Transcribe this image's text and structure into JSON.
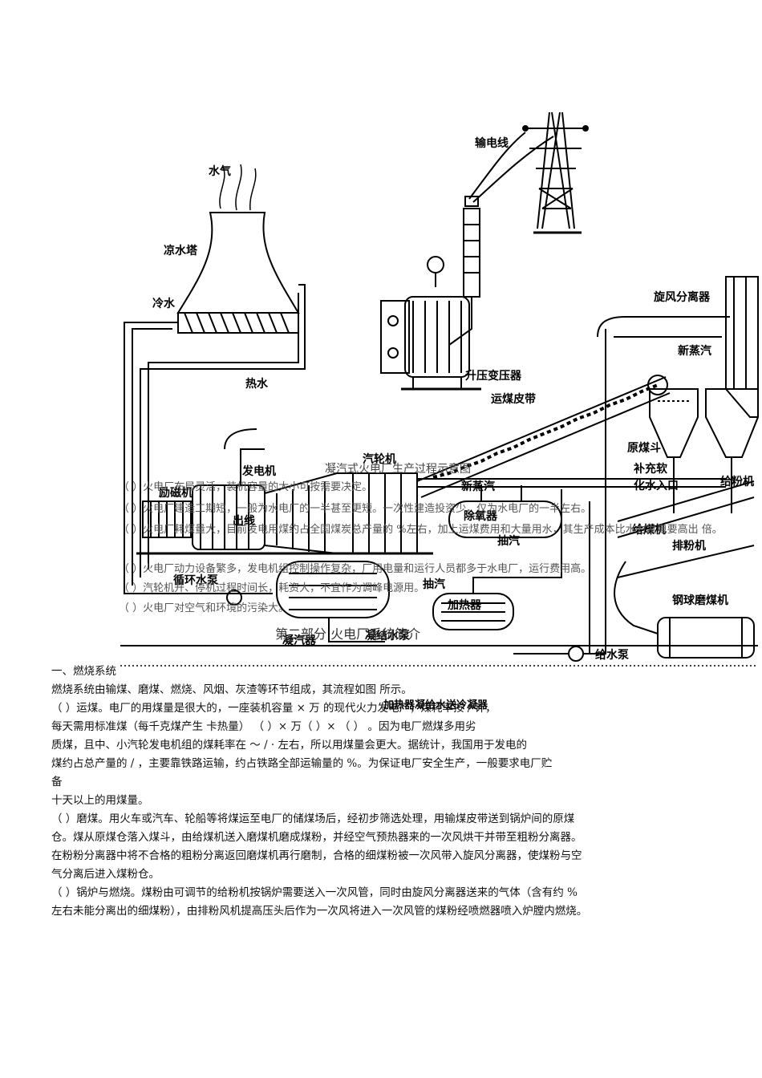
{
  "diagram": {
    "labels": {
      "transmission_line": "输电线",
      "steam": "水气",
      "cooling_tower": "凉水塔",
      "cold_water": "冷水",
      "hot_water": "热水",
      "step_up_transformer": "升压变压器",
      "cyclone_separator": "旋风分离器",
      "new_steam_top": "新蒸汽",
      "coal_belt": "运煤皮带",
      "generator": "发电机",
      "turbine": "汽轮机",
      "exciter": "励磁机",
      "outlet_line": "出线",
      "new_steam_mid": "新蒸汽",
      "deaerator": "除氧器",
      "raw_coal_hopper": "原煤斗",
      "makeup_water_1": "补充软",
      "makeup_water_2": "化水入口",
      "coal_feeder": "给粉机",
      "extraction": "抽汽",
      "exhaust_steam": "抽汽",
      "heater": "加热器",
      "circulating_pump": "循环水泵",
      "condenser": "凝汽器",
      "condensate_pump": "凝结水泵",
      "feed_pump": "给水泵",
      "exhaust_fan": "排粉机",
      "ball_mill": "钢球磨煤机",
      "coal_machine": "给煤机",
      "heater_caption": "加热器凝给水送冷凝器"
    }
  },
  "overlay": {
    "title": "凝汽式火电厂生产过程示意图",
    "items": [
      "（ ）火电厂布局灵活，装机容量的大小可按需要决定。",
      "（ ）火电厂建造工期短，一般为水电厂的一半甚至更短。一次性建造投资少，仅为水电厂的一半左右。",
      "（ ）火电厂耗煤量大，目前发电用煤约占全国煤炭总产量的 %左右，加上运煤费用和大量用水，其生产成本比水力发电要高出 倍。",
      "（ ）火电厂动力设备繁多，发电机组控制操作复杂，厂用电量和运行人员都多于水电厂，运行费用高。",
      "（ ）汽轮机开、停机过程时间长，耗资大，不宜作为调峰电源用。",
      "（ ）火电厂对空气和环境的污染大。"
    ],
    "part_heading": "第二部分 火电厂系统简介"
  },
  "text": {
    "section": "一、燃烧系统",
    "intro": "燃烧系统由输煤、磨煤、燃烧、风烟、灰渣等环节组成，其流程如图 所示。",
    "p1_l1": "（ ）运煤。电厂的用煤量是很大的，一座装机容量 × 万 的现代火力发电厂，煤耗率按 / 计，",
    "p1_l2": "每天需用标准煤（每千克煤产生 卡热量） （ ）× 万（ ）× （ ） 。因为电厂燃煤多用劣",
    "p1_l3": "质煤，且中、小汽轮发电机组的煤耗率在 ～ / · 左右，所以用煤量会更大。据统计，我国用于发电的",
    "p1_l4": "煤约占总产量的 / ，主要靠铁路运输，约占铁路全部运输量的 %。为保证电厂安全生产，一般要求电厂贮",
    "p1_l5": "备",
    "p1_l6": "十天以上的用煤量。",
    "p2_l1": "（ ）磨煤。用火车或汽车、轮船等将煤运至电厂的储煤场后，经初步筛选处理，用输煤皮带送到锅炉间的原煤",
    "p2_l2": "仓。煤从原煤仓落入煤斗，由给煤机送入磨煤机磨成煤粉，并经空气预热器来的一次风烘干并带至粗粉分离器。",
    "p2_l3": "在粉粉分离器中将不合格的粗粉分离返回磨煤机再行磨制，合格的细煤粉被一次风带入旋风分离器，使煤粉与空",
    "p2_l4": "气分离后进入煤粉仓。",
    "p3_l1": "（ ）锅炉与燃烧。煤粉由可调节的给粉机按锅炉需要送入一次风管，同时由旋风分离器送来的气体（含有约 %",
    "p3_l2": "左右未能分离出的细煤粉），由排粉风机提高压头后作为一次风将进入一次风管的煤粉经喷燃器喷入炉膛内燃烧。"
  }
}
